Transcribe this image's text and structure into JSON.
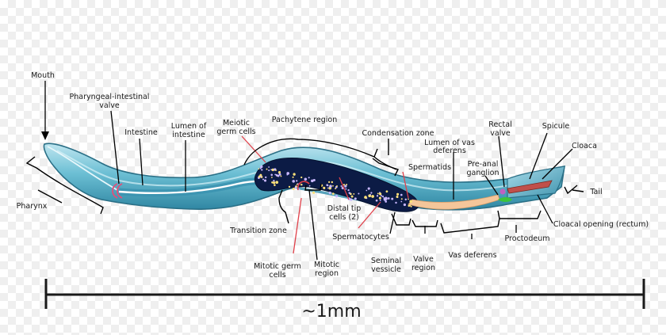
{
  "labels": {
    "mouth": "Mouth",
    "pharyngeal_line1": "Pharyngeal-intestinal",
    "pharyngeal_line2": "valve",
    "intestine": "Intestine",
    "lumen_int_line1": "Lumen of",
    "lumen_int_line2": "intestine",
    "meiotic_line1": "Meiotic",
    "meiotic_line2": "germ cells",
    "pachytene": "Pachytene region",
    "condensation": "Condensation zone",
    "lumen_vd_line1": "Lumen of vas",
    "lumen_vd_line2": "deferens",
    "rectal_line1": "Rectal",
    "rectal_line2": "valve",
    "spicule": "Spicule",
    "cloaca": "Cloaca",
    "spermatids": "Spermatids",
    "preanal_line1": "Pre-anal",
    "preanal_line2": "ganglion",
    "tail": "Tail",
    "pharynx": "Pharynx",
    "transition": "Transition zone",
    "distal_line1": "Distal tip",
    "distal_line2": "cells (2)",
    "cloacal_opening": "Cloacal opening (rectum)",
    "spermatocytes": "Spermatocytes",
    "proctodeum": "Proctodeum",
    "mitotic_germ_line1": "Mitotic germ",
    "mitotic_germ_line2": "cells",
    "mitotic_region_line1": "Mitotic",
    "mitotic_region_line2": "region",
    "seminal_line1": "Seminal",
    "seminal_line2": "vessicle",
    "valve_line1": "Valve",
    "valve_line2": "region",
    "vas_deferens": "Vas deferens"
  },
  "scale": {
    "label": "~1mm"
  },
  "colors": {
    "body": "#7cc6d8",
    "body_dark": "#2e7e99",
    "gonad": "#0c1b45",
    "germ_dots": "#c9b8ff",
    "vas_deferens": "#f4c69a",
    "pointer_red": "#e0404a",
    "ganglion": "#3bc43b",
    "rectal_valve": "#c060c0"
  }
}
